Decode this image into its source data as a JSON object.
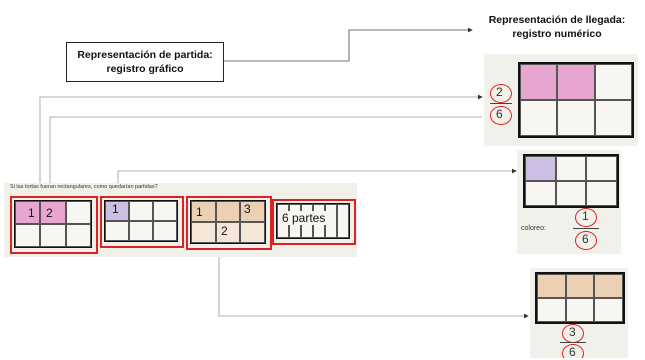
{
  "labels": {
    "start": "Representación de partida: registro gráfico",
    "end": "Representación de llegada: registro numérico"
  },
  "question": "Si las tortas fueran rectangulares, como quedarían partidas?",
  "drawings": {
    "d1": [
      "1",
      "2"
    ],
    "d2": [
      "1"
    ],
    "d3": [
      "1",
      "2",
      "3"
    ],
    "d4": "6 partes"
  },
  "answers": {
    "top": {
      "numerator": "2",
      "denominator": "6"
    },
    "middle": {
      "label": "coloreo:",
      "numerator": "1",
      "denominator": "6"
    },
    "bottom": {
      "numerator": "3",
      "denominator": "6"
    }
  },
  "colors": {
    "marker": "#d22222",
    "arrow": "#888888",
    "pink": "#e7a6cf",
    "purple": "#cdbfe3",
    "peach": "#ecd0b4"
  }
}
